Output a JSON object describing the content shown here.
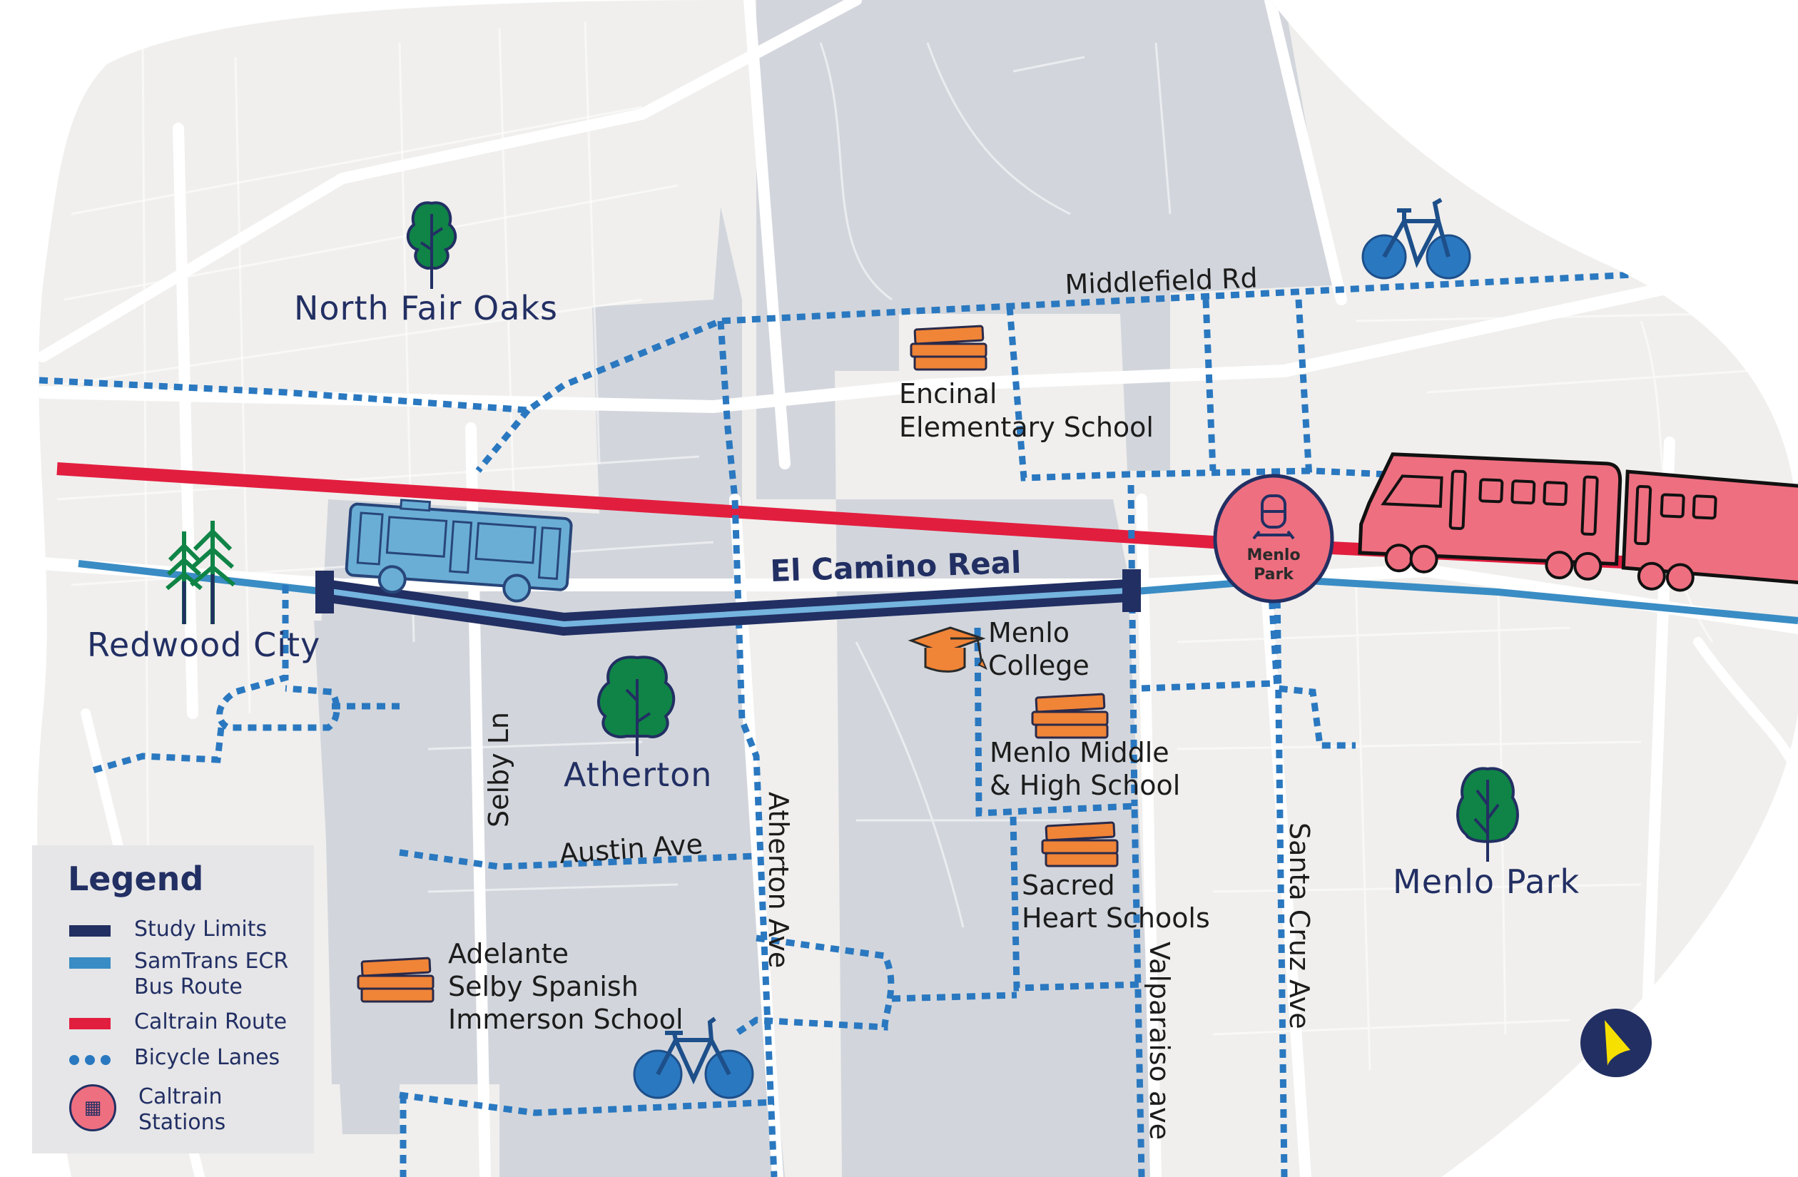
{
  "map": {
    "places": {
      "north_fair_oaks": "North Fair Oaks",
      "redwood_city": "Redwood City",
      "atherton": "Atherton",
      "menlo_park": "Menlo Park"
    },
    "roads": {
      "el_camino_real": "El Camino Real",
      "middlefield_rd": "Middlefield Rd",
      "selby_ln": "Selby Ln",
      "austin_ave": "Austin Ave",
      "atherton_ave": "Atherton Ave",
      "valparaiso_ave": "Valparaiso ave",
      "santa_cruz_ave": "Santa Cruz Ave"
    },
    "pois": {
      "encinal": [
        "Encinal",
        "Elementary School"
      ],
      "menlo_college": [
        "Menlo",
        "College"
      ],
      "menlo_middle_high": [
        "Menlo Middle",
        "& High School"
      ],
      "sacred_heart": [
        "Sacred",
        "Heart Schools"
      ],
      "adelante": [
        "Adelante",
        "Selby Spanish",
        "Immerson School"
      ]
    },
    "station": {
      "name_line1": "Menlo",
      "name_line2": "Park"
    },
    "icons": {
      "tree": "tree-icon",
      "redwood_trees": "redwood-trees-icon",
      "books": "school-books-icon",
      "grad_cap": "graduation-cap-icon",
      "bicycle": "bicycle-icon",
      "bus": "bus-icon",
      "train": "train-icon",
      "compass": "north-arrow-icon"
    },
    "colors": {
      "study_limits": "#222f63",
      "samtrans_route": "#3a8cc4",
      "caltrain_route": "#e21e3f",
      "bicycle_lanes": "#2a78c0",
      "station_fill": "#ee6f80",
      "land_light": "#f0efed",
      "land_grey": "#d2d6dc",
      "tree_green": "#0f8446",
      "school_orange": "#f08437",
      "compass_yellow": "#f6e000"
    }
  },
  "legend": {
    "title": "Legend",
    "items": [
      {
        "label": "Study Limits",
        "type": "line",
        "color": "#222f63"
      },
      {
        "label": "SamTrans ECR Bus Route",
        "type": "line",
        "color": "#3a8cc4"
      },
      {
        "label": "Caltrain Route",
        "type": "line",
        "color": "#e21e3f"
      },
      {
        "label": "Bicycle Lanes",
        "type": "dotted",
        "color": "#2a78c0"
      },
      {
        "label": "Caltrain Stations",
        "type": "station",
        "color": "#ee6f80"
      }
    ]
  }
}
